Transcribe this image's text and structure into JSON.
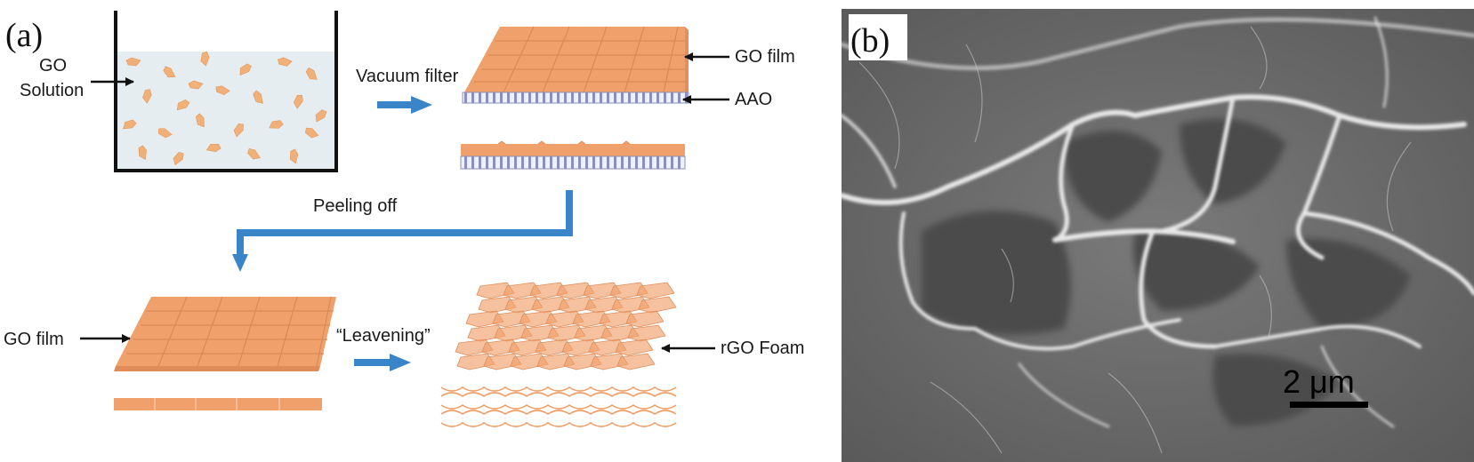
{
  "figure": {
    "panel_a": {
      "label": "(a)",
      "go_solution": [
        "GO",
        "Solution"
      ],
      "vacuum_filter": "Vacuum filter",
      "go_film_top": "GO film",
      "aao": "AAO",
      "peeling_off": "Peeling off",
      "go_film_bottom": "GO film",
      "leavening": "“Leavening”",
      "rgo_foam": "rGO Foam"
    },
    "panel_b": {
      "label": "(b)",
      "scale_bar": "2 μm"
    }
  },
  "colors": {
    "film_orange": "#f0a06a",
    "arrow_blue": "#3a85c8",
    "solution_fill": "#e6edf1",
    "flake": "#f0b078",
    "aao_stripe": "#8a8fc0",
    "sem_bg": "#6b6b6b"
  }
}
